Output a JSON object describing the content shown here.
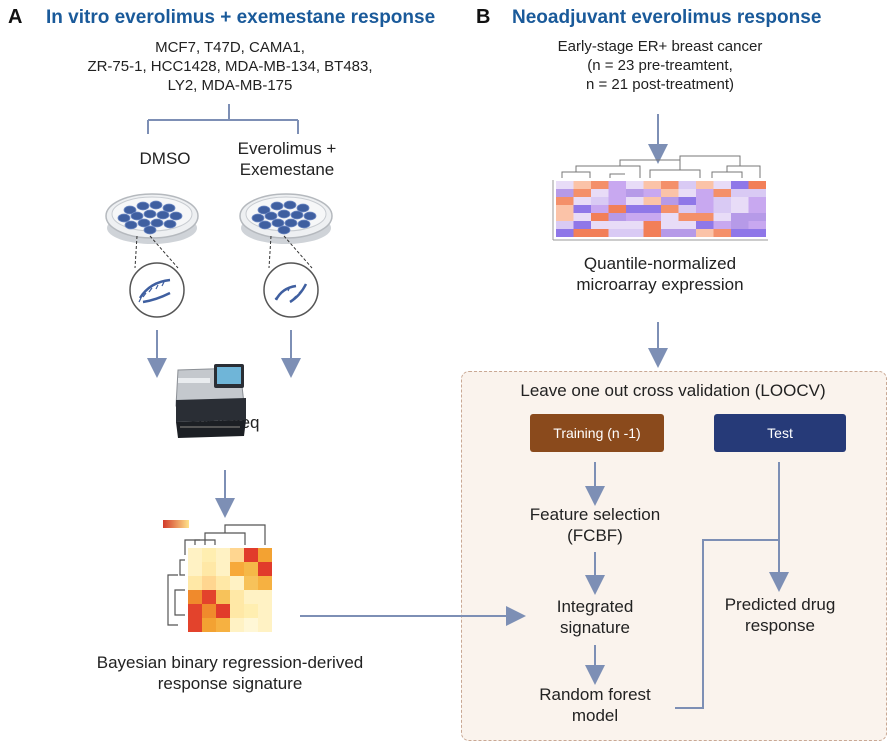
{
  "panelA": {
    "letter": "A",
    "title": "In vitro everolimus + exemestane response",
    "cell_lines": [
      "MCF7, T47D, CAMA1,",
      "ZR-75-1, HCC1428, MDA-MB-134, BT483,",
      "LY2, MDA-MB-175"
    ],
    "dmso_label": "DMSO",
    "treatment_label": [
      "Everolimus +",
      "Exemestane"
    ],
    "rnaseq_label": "RNA-seq",
    "signature_label": [
      "Bayesian binary regression-derived",
      "response signature"
    ]
  },
  "panelB": {
    "letter": "B",
    "title": "Neoadjuvant everolimus response",
    "cohort": [
      "Early-stage ER+ breast cancer",
      "(n = 23 pre-treamtent,",
      "n = 21 post-treatment)"
    ],
    "microarray_label": [
      "Quantile-normalized",
      "microarray expression"
    ],
    "loocv_title": "Leave one out cross validation (LOOCV)",
    "training_label": "Training (n -1)",
    "test_label": "Test",
    "feature_selection": [
      "Feature selection",
      "(FCBF)"
    ],
    "integrated_signature": [
      "Integrated",
      "signature"
    ],
    "random_forest": [
      "Random forest",
      "model"
    ],
    "predicted_response": [
      "Predicted drug",
      "response"
    ]
  },
  "colors": {
    "title_blue": "#1a5a9a",
    "arrow": "#7d8fb5",
    "training_fill": "#8a4a1c",
    "test_fill": "#263a78",
    "loocv_bg": "#faf3ed",
    "loocv_border": "#c9a894",
    "dish_cells": "#3f5fa0"
  }
}
